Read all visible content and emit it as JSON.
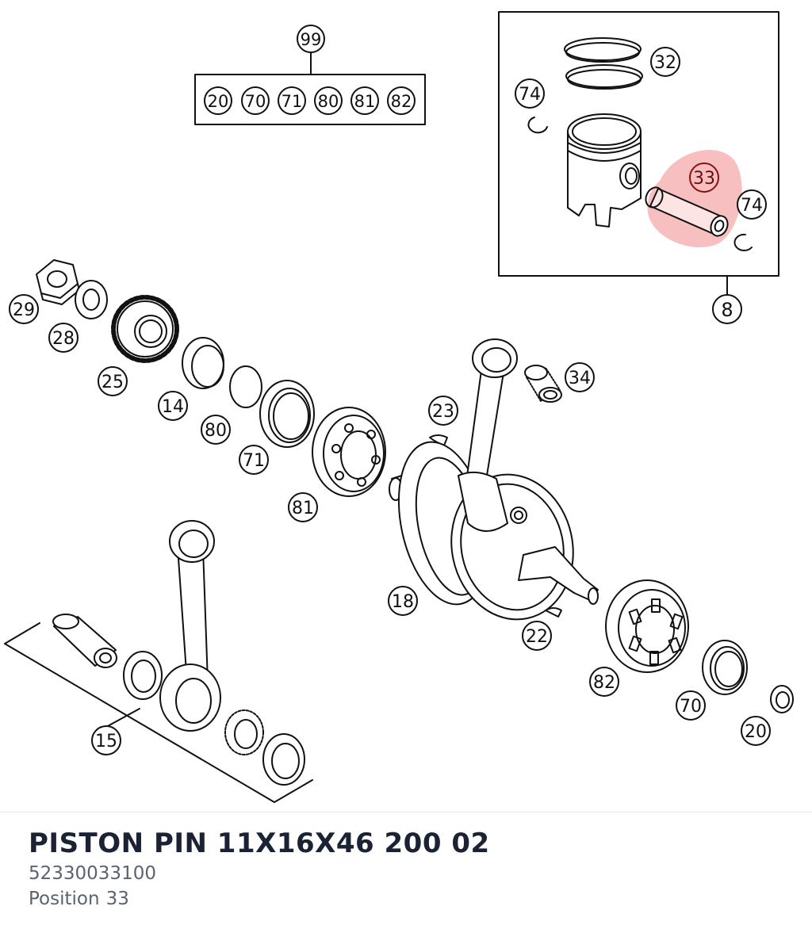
{
  "diagram": {
    "kit_label": "99",
    "kit_items": [
      "20",
      "70",
      "71",
      "80",
      "81",
      "82"
    ],
    "callouts": {
      "piston_rings": "32",
      "piston_pin": "33",
      "circlip_left": "74",
      "circlip_right": "74",
      "piston_assembly": "8",
      "nut": "29",
      "washer": "28",
      "gear": "25",
      "bushing": "14",
      "o_ring": "80",
      "shaft_seal": "71",
      "main_bearing_left": "81",
      "woodruff_key_top": "23",
      "needle_bearing_top": "34",
      "crankshaft": "18",
      "woodruff_key_bottom": "22",
      "main_bearing_right": "82",
      "shaft_seal_right": "70",
      "spacer_right": "20",
      "conrod_kit": "15"
    },
    "highlight_color": "#f08a8a"
  },
  "part": {
    "name": "PISTON PIN 11X16X46 200 02",
    "number": "52330033100",
    "position_label": "Position",
    "position_value": "33"
  }
}
